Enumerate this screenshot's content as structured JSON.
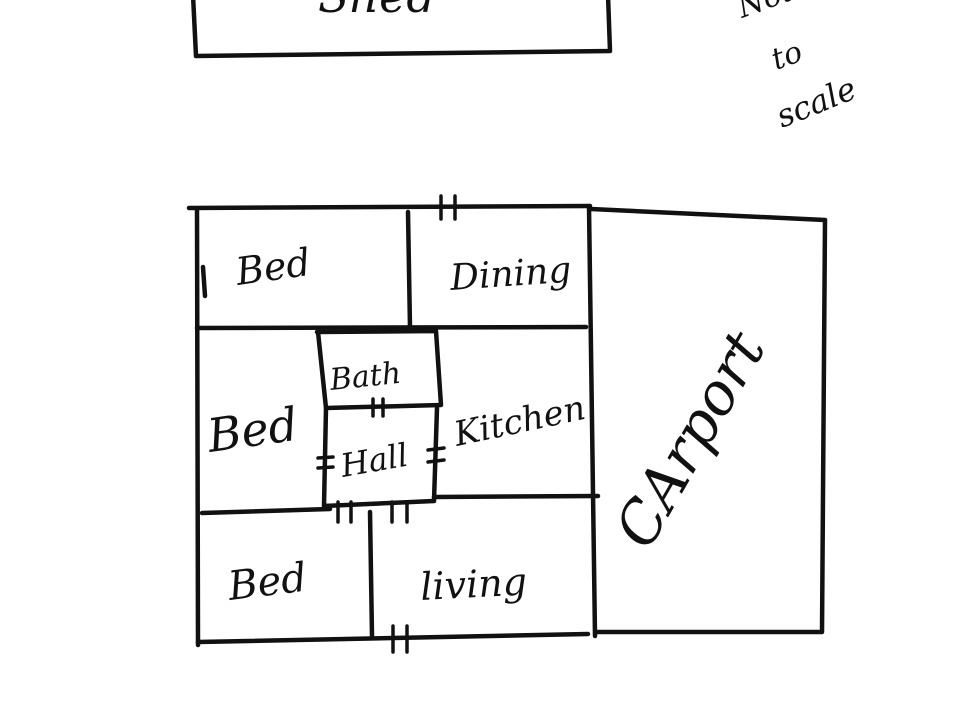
{
  "plan": {
    "shed": {
      "label": "Shed"
    },
    "note": {
      "line1": "Not",
      "line2": "to",
      "line3": "scale"
    },
    "rooms": {
      "bed1": "Bed",
      "dining": "Dining",
      "bed2": "Bed",
      "bath": "Bath",
      "hall": "Hall",
      "kitchen": "Kitchen",
      "bed3": "Bed",
      "living": "living",
      "carport": "CArport"
    }
  },
  "colors": {
    "ink": "#111111",
    "paper": "#ffffff"
  }
}
